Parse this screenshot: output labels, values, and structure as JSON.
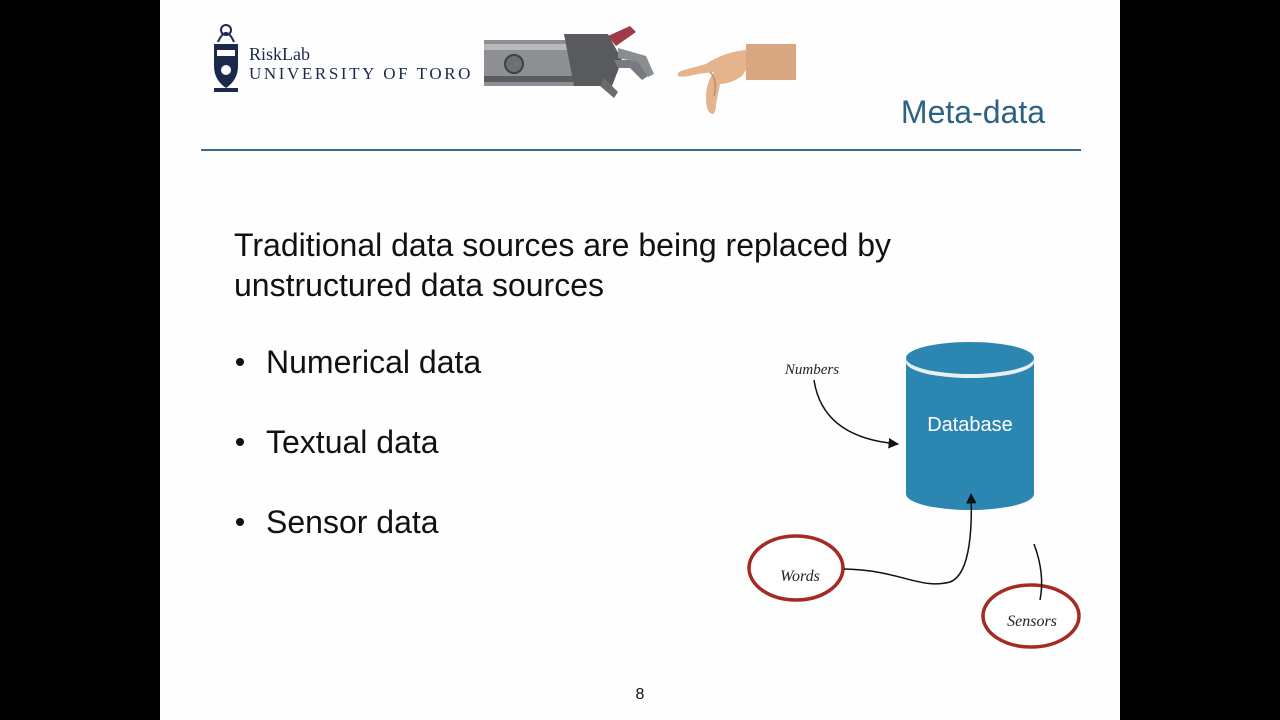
{
  "header": {
    "org_name": "RiskLab",
    "org_univ": "UNIVERSITY OF TORO",
    "title": "Meta-data"
  },
  "body": {
    "lead": "Traditional data sources are being replaced by unstructured data sources",
    "bullets": [
      "Numerical data",
      "Textual data",
      "Sensor data"
    ]
  },
  "diagram": {
    "database_label": "Database",
    "numbers_label": "Numbers",
    "words_label": "Words",
    "sensors_label": "Sensors"
  },
  "colors": {
    "title": "#2d6283",
    "database": "#2c86b2",
    "circle": "#a52a24"
  },
  "footer": {
    "page_number": "8"
  }
}
